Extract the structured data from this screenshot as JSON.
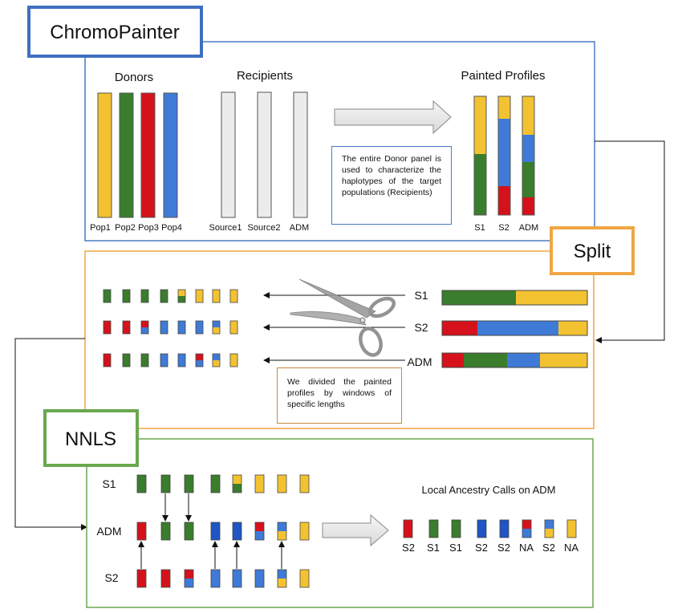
{
  "colors": {
    "yellow": "#f3c230",
    "green": "#3a7d2c",
    "red": "#d5121b",
    "blue": "#3f7bd6",
    "gray": "#ececec",
    "cp_border": "#4a7cc2",
    "split_border": "#f0a643",
    "nnls_border": "#6aa84f"
  },
  "chromopainter": {
    "title": "ChromoPainter",
    "donors_heading": "Donors",
    "donors": [
      "Pop1",
      "Pop2",
      "Pop3",
      "Pop4"
    ],
    "recipients_heading": "Recipients",
    "recipients": [
      "Source1",
      "Source2",
      "ADM"
    ],
    "profiles_heading": "Painted Profiles",
    "profiles": [
      "S1",
      "S2",
      "ADM"
    ],
    "note": "The entire Donor panel is used to characterize the haplotypes of the target populations (Recipients)"
  },
  "split": {
    "title": "Split",
    "rows": [
      "S1",
      "S2",
      "ADM"
    ],
    "note": "We divided the painted profiles by windows of specific lengths"
  },
  "nnls": {
    "title": "NNLS",
    "rows": [
      "S1",
      "ADM",
      "S2"
    ],
    "calls_heading": "Local Ancestry Calls on ADM",
    "calls": [
      "S2",
      "S1",
      "S1",
      "S2",
      "S2",
      "NA",
      "S2",
      "NA"
    ]
  }
}
